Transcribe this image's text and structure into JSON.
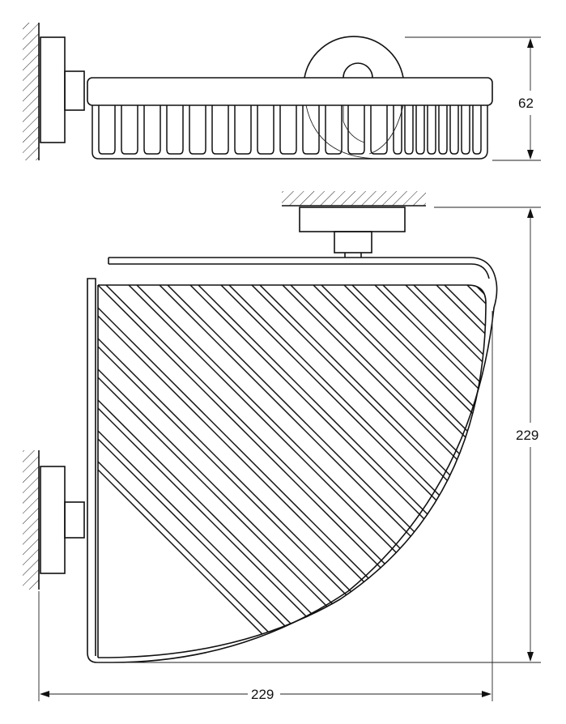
{
  "dimensions": {
    "height_side": "62",
    "depth_front": "229",
    "width_front": "229"
  }
}
